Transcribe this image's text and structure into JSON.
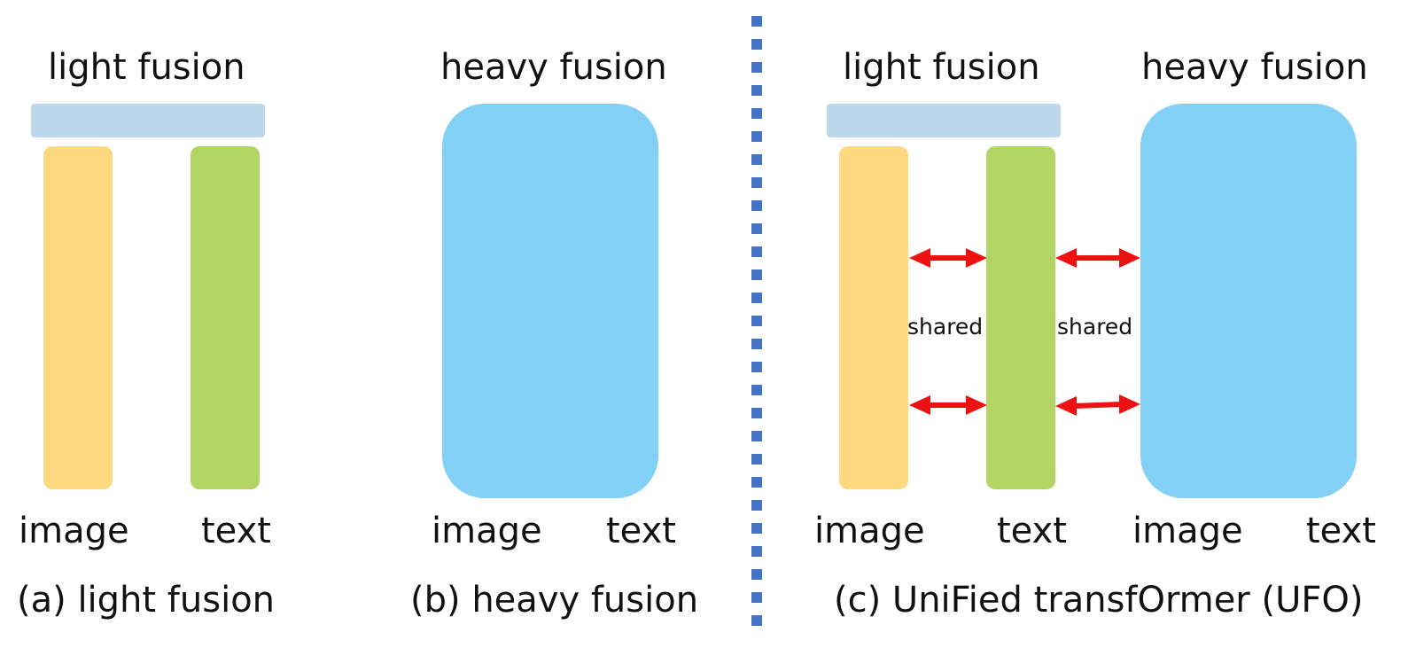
{
  "colors": {
    "fusion_bar": "#BDD7EE",
    "image_encoder": "#FFD97F",
    "text_encoder": "#B3D565",
    "heavy_block": "#82D0F4",
    "arrow": "#EE1111",
    "divider": "#4472C4"
  },
  "panel_a": {
    "title": "light fusion",
    "image_label": "image",
    "text_label": "text",
    "caption": "(a) light fusion"
  },
  "panel_b": {
    "title": "heavy fusion",
    "image_label": "image",
    "text_label": "text",
    "caption": "(b) heavy fusion"
  },
  "panel_c": {
    "light_title": "light fusion",
    "heavy_title": "heavy fusion",
    "image_label": "image",
    "text_label": "text",
    "heavy_image_label": "image",
    "heavy_text_label": "text",
    "shared_left": "shared",
    "shared_right": "shared",
    "caption": "(c) UniFied transfOrmer (UFO)"
  }
}
